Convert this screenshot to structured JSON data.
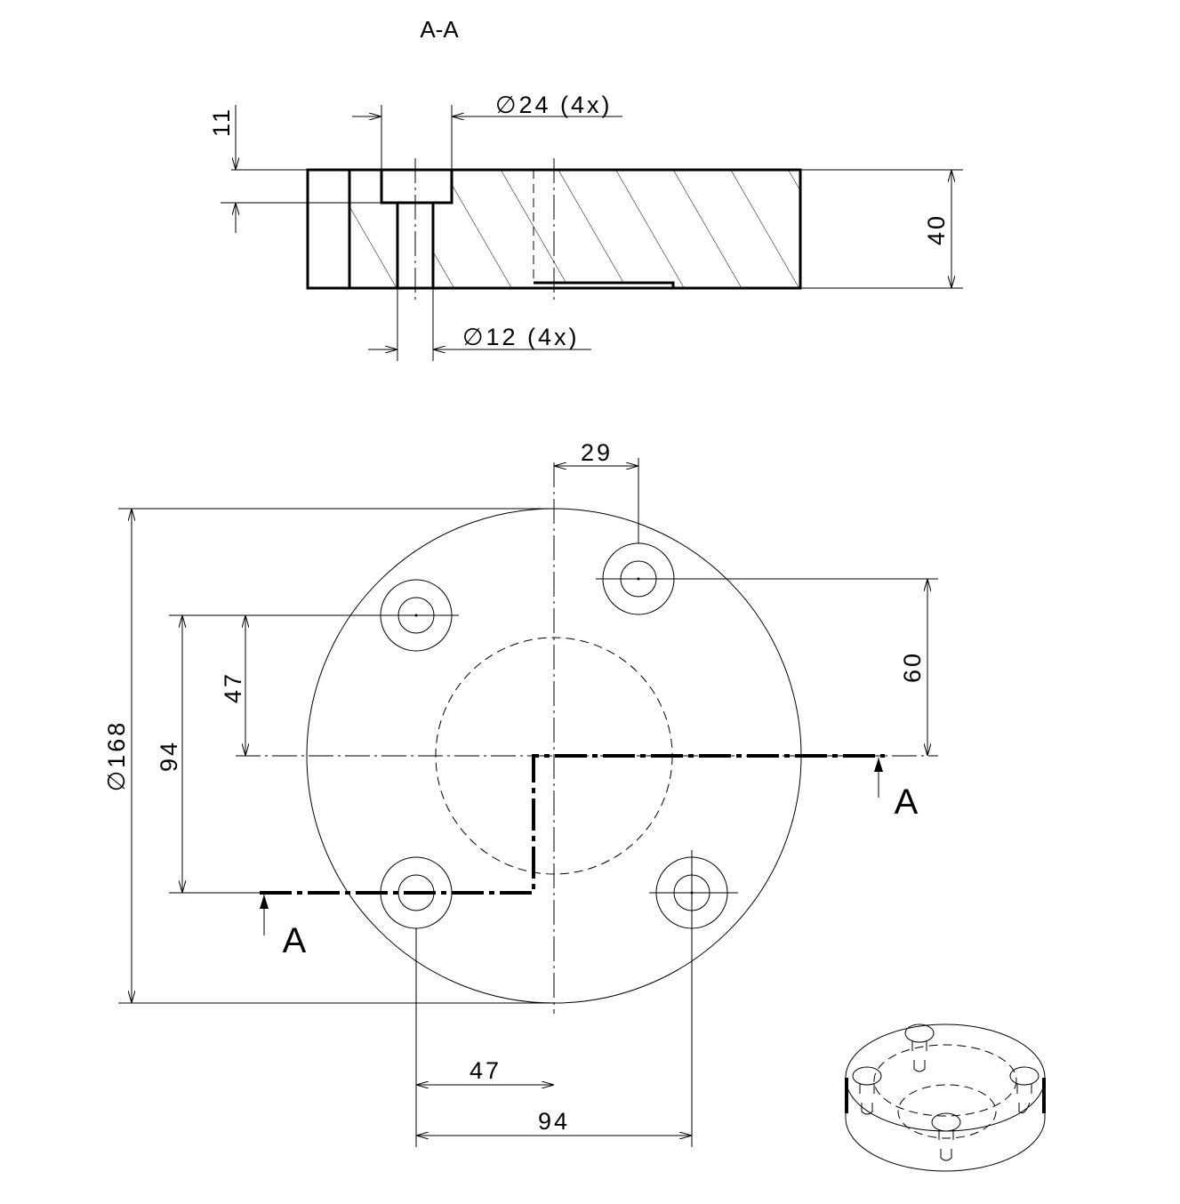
{
  "section_view": {
    "title": "A-A",
    "counterbore_label": "∅24 (4x)",
    "hole_label": "∅12 (4x)",
    "counterbore_depth": "11",
    "thickness": "40"
  },
  "top_view": {
    "dim_29": "29",
    "dim_60": "60",
    "dim_47_vertical": "47",
    "dim_94_vertical": "94",
    "diameter": "∅168",
    "dim_47_horizontal": "47",
    "dim_94_horizontal": "94",
    "section_marker_right": "A",
    "section_marker_left": "A"
  }
}
